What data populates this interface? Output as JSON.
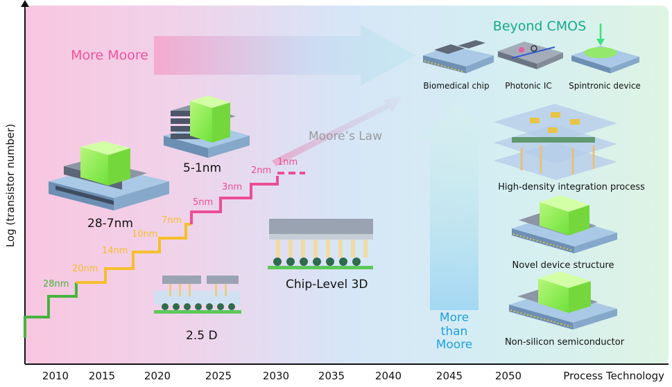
{
  "axes": {
    "y_label": "Log (transistor number)",
    "x_label": "Process Technology",
    "x_ticks": [
      "2010",
      "2015",
      "2020",
      "2025",
      "2030",
      "2035",
      "2040",
      "2045",
      "2050"
    ]
  },
  "trend_labels": {
    "more_moore": "More Moore",
    "moores_law": "Moore’s Law",
    "beyond_cmos": "Beyond CMOS",
    "more_than_moore_lines": [
      "More",
      "than",
      "Moore"
    ]
  },
  "nodes": [
    "28nm",
    "20nm",
    "14nm",
    "10nm",
    "7nm",
    "5nm",
    "3nm",
    "2nm",
    "1nm"
  ],
  "device_labels": {
    "planar_range": "28-7nm",
    "gaa_range": "5-1nm",
    "chip_level_3d": "Chip-Level 3D",
    "two_point_five_d": "2.5 D"
  },
  "beyond_cmos_devices": [
    "Biomedical chip",
    "Photonic IC",
    "Spintronic device"
  ],
  "more_than_moore_items": [
    "High-density integration process",
    "Novel device structure",
    "Non-silicon semiconductor"
  ],
  "colors": {
    "more_moore_text": "#f0529c",
    "beyond_cmos_text": "#17a98a",
    "more_than_moore_text": "#1ea0e0",
    "staircase_green": "#46b43c",
    "staircase_yellow": "#f5bf2a",
    "staircase_pink": "#ec4d96",
    "moores_law_text": "#9a9a9a"
  }
}
